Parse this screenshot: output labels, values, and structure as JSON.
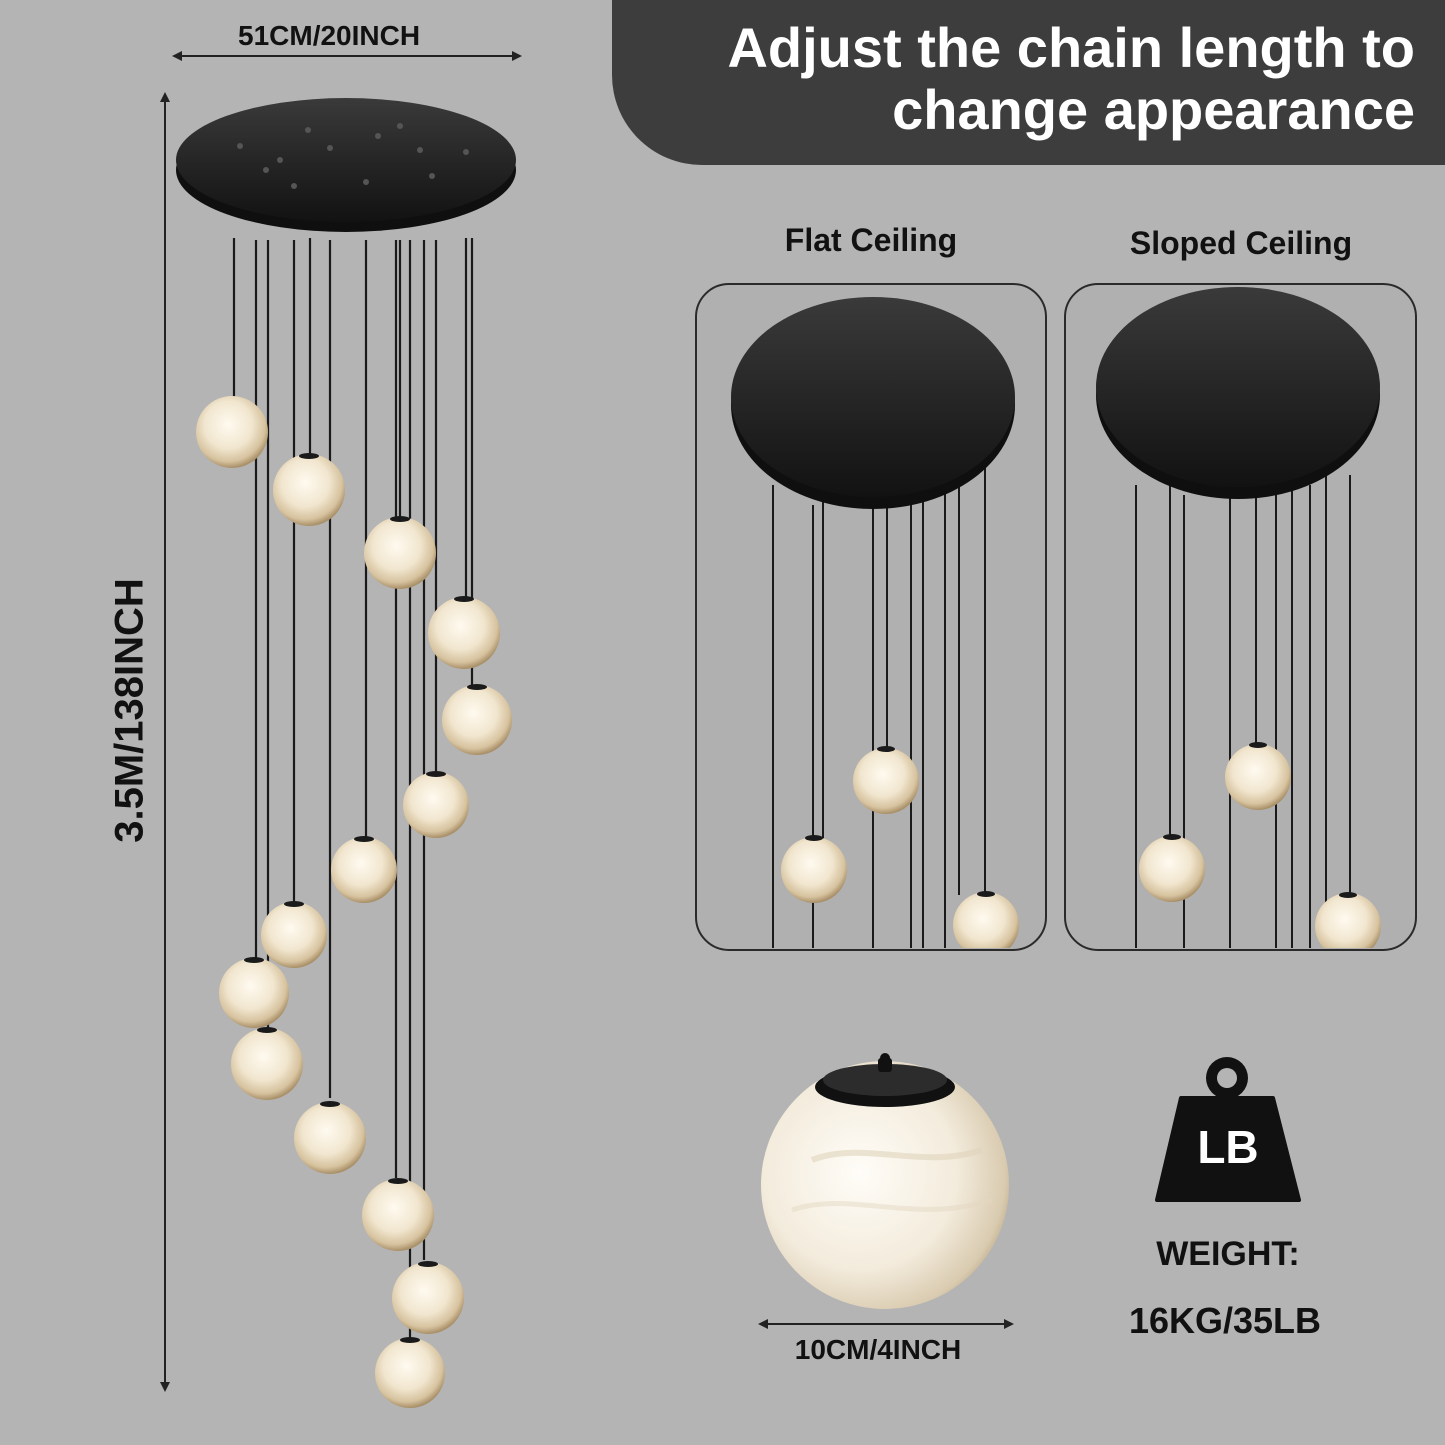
{
  "banner": {
    "line1": "Adjust the chain length to",
    "line2": "change appearance"
  },
  "dimensions": {
    "width_label": "51CM/20INCH",
    "height_label": "3.5M/138INCH",
    "globe_label": "10CM/4INCH"
  },
  "panels": {
    "flat_title": "Flat Ceiling",
    "sloped_title": "Sloped Ceiling"
  },
  "weight": {
    "icon_text": "LB",
    "label": "WEIGHT:",
    "value": "16KG/35LB"
  },
  "colors": {
    "background": "#b4b4b4",
    "banner": "#3d3d3d",
    "fixture": "#1c1c1c",
    "globe": "#f4ead6"
  },
  "icons": {
    "weight": "weight-icon"
  }
}
